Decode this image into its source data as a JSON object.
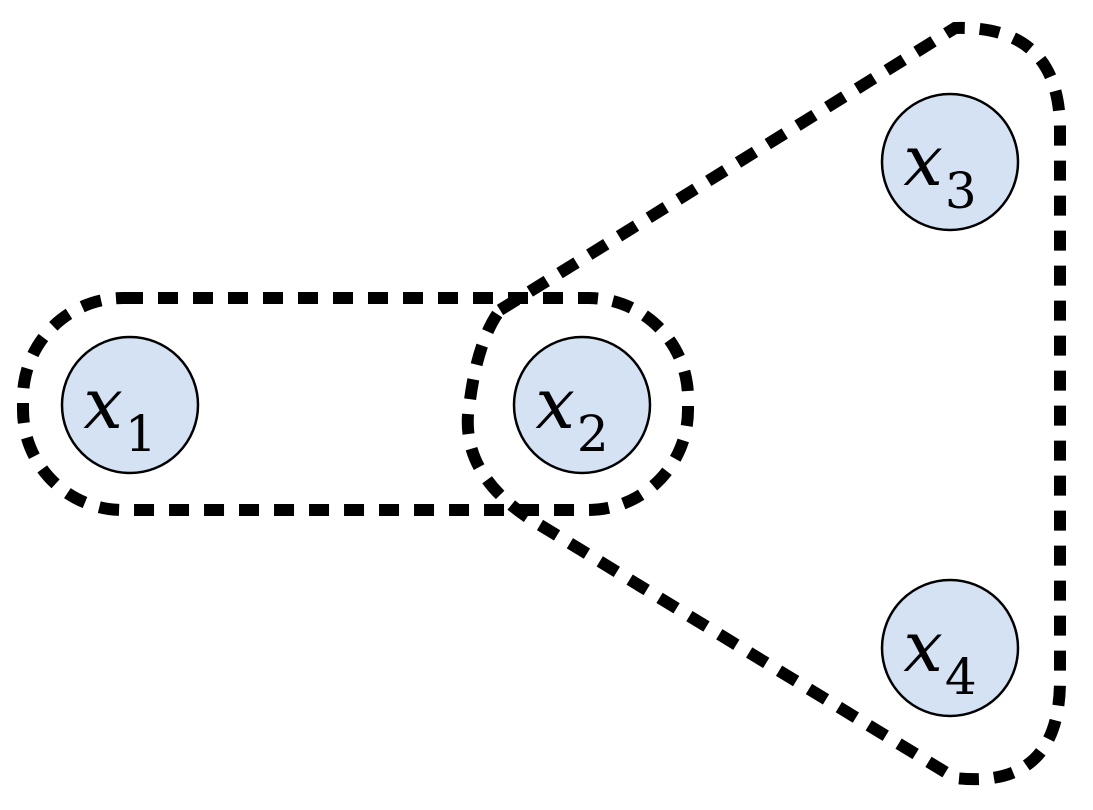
{
  "diagram": {
    "type": "hypergraph",
    "colors": {
      "vertex_fill": "#d5e2f4",
      "vertex_stroke": "#000000",
      "edge_stroke": "#000000"
    },
    "vertices": [
      {
        "id": "v1",
        "symbol": "x",
        "subscript": "1"
      },
      {
        "id": "v2",
        "symbol": "x",
        "subscript": "2"
      },
      {
        "id": "v3",
        "symbol": "x",
        "subscript": "3"
      },
      {
        "id": "v4",
        "symbol": "x",
        "subscript": "4"
      }
    ],
    "hyperedges": [
      {
        "id": "e1",
        "members": [
          "v1",
          "v2"
        ],
        "style": "dashed"
      },
      {
        "id": "e2",
        "members": [
          "v2",
          "v3",
          "v4"
        ],
        "style": "dashed"
      }
    ]
  }
}
